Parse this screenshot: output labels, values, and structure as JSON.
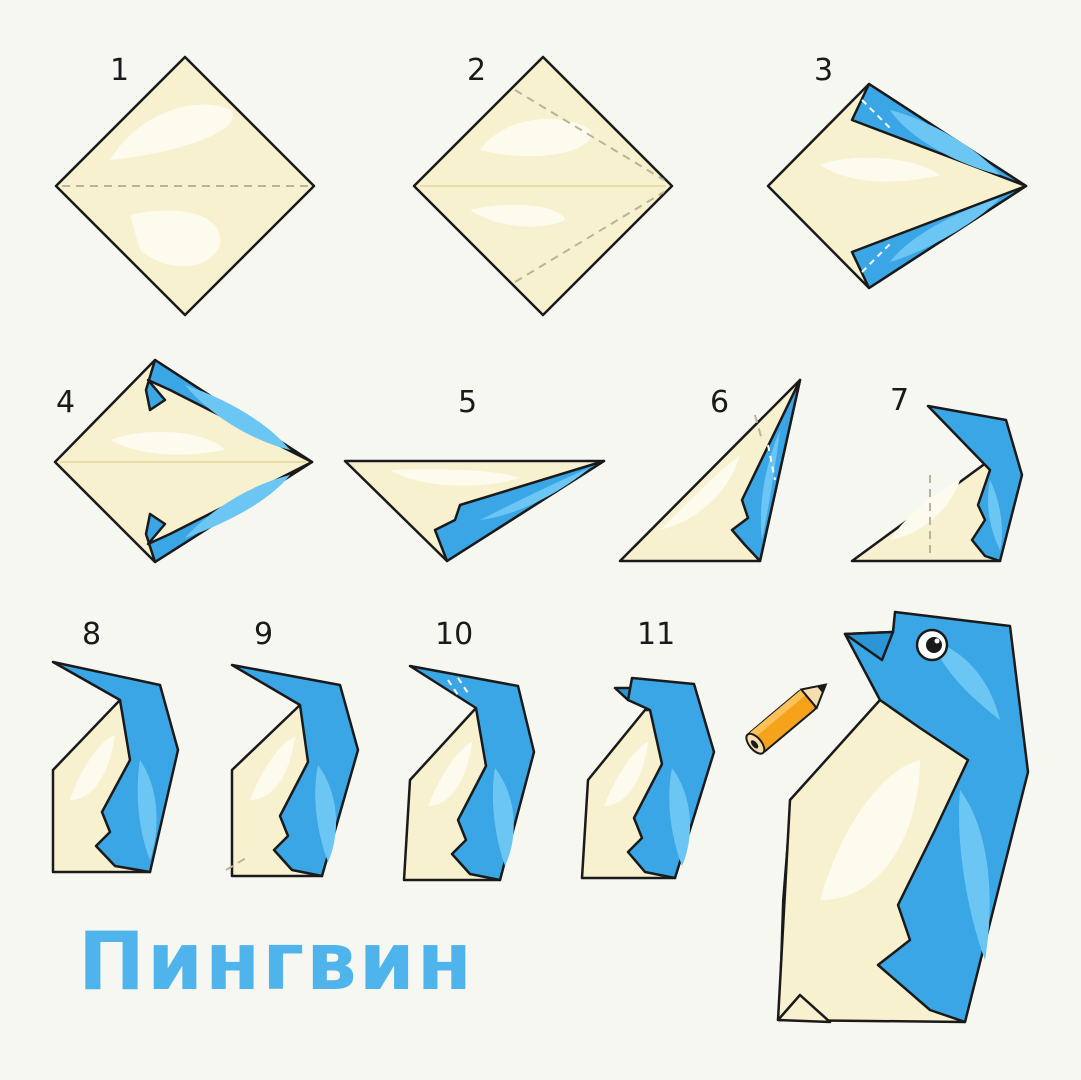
{
  "title": "Пингвин",
  "steps": [
    {
      "number": "1"
    },
    {
      "number": "2"
    },
    {
      "number": "3"
    },
    {
      "number": "4"
    },
    {
      "number": "5"
    },
    {
      "number": "6"
    },
    {
      "number": "7"
    },
    {
      "number": "8"
    },
    {
      "number": "9"
    },
    {
      "number": "10"
    },
    {
      "number": "11"
    }
  ],
  "colors": {
    "background": "#f6f7f1",
    "paper_cream": "#f7f1cf",
    "paper_highlight": "#fdfbee",
    "paper_blue": "#3aa6e6",
    "paper_blue_light": "#6cc6f4",
    "paper_blue_dark": "#1f8ccf",
    "outline": "#1a1a1a",
    "title": "#4fb3ec",
    "pencil": "#f7a21b"
  }
}
